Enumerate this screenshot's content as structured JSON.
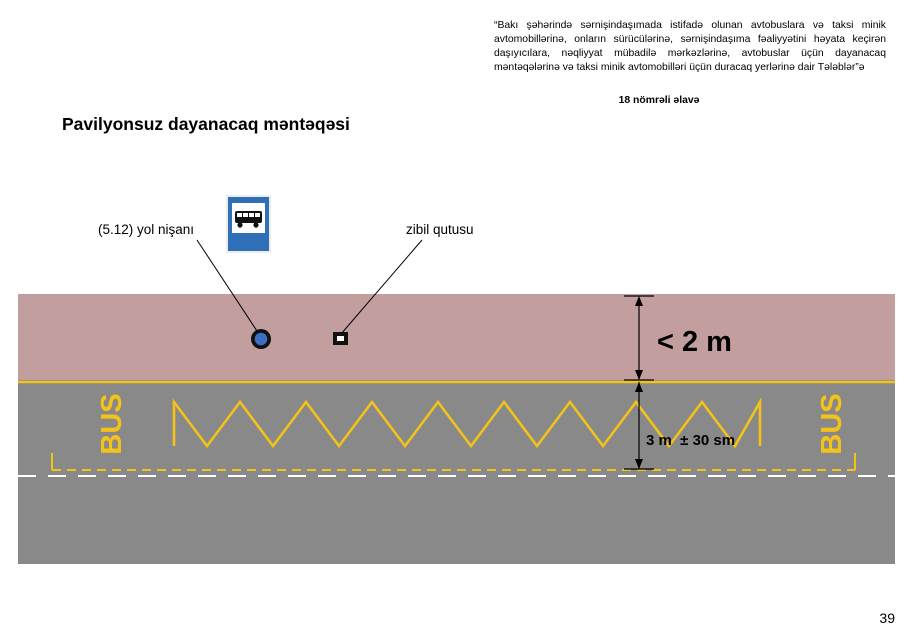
{
  "header": {
    "regulation_text": "“Bakı şəhərində sərnişindaşımada istifadə olunan avtobuslara və taksi minik avtomobillərinə, onların sürücülərinə, sərnişindaşıma fəaliyyətini həyata keçirən daşıyıcılara, nəqliyyat mübadilə mərkəzlərinə, avtobuslar üçün dayanacaq məntəqələrinə və taksi minik avtomobilləri üçün duracaq yerlərinə dair Tələblər”ə",
    "appendix_label": "18 nömrəli əlavə"
  },
  "page_title": "Pavilyonsuz dayanacaq məntəqəsi",
  "labels": {
    "road_sign": "(5.12) yol nişanı",
    "trash_bin": "zibil qutusu"
  },
  "dimensions": {
    "sidewalk_width": "< 2 m",
    "bus_lane_width": "3 m  ± 30 sm"
  },
  "road_marking_text": "BUS",
  "page_number": "39",
  "colors": {
    "sidewalk": "#c29e9f",
    "road": "#898989",
    "marking_yellow": "#f3c31a",
    "sign_blue": "#2f6fb7",
    "pole_blue": "#3b6fc4"
  },
  "icons": {
    "road_sign": "bus-stop-sign-icon",
    "sign_pole": "sign-pole-icon",
    "trash_bin": "trash-bin-icon"
  }
}
